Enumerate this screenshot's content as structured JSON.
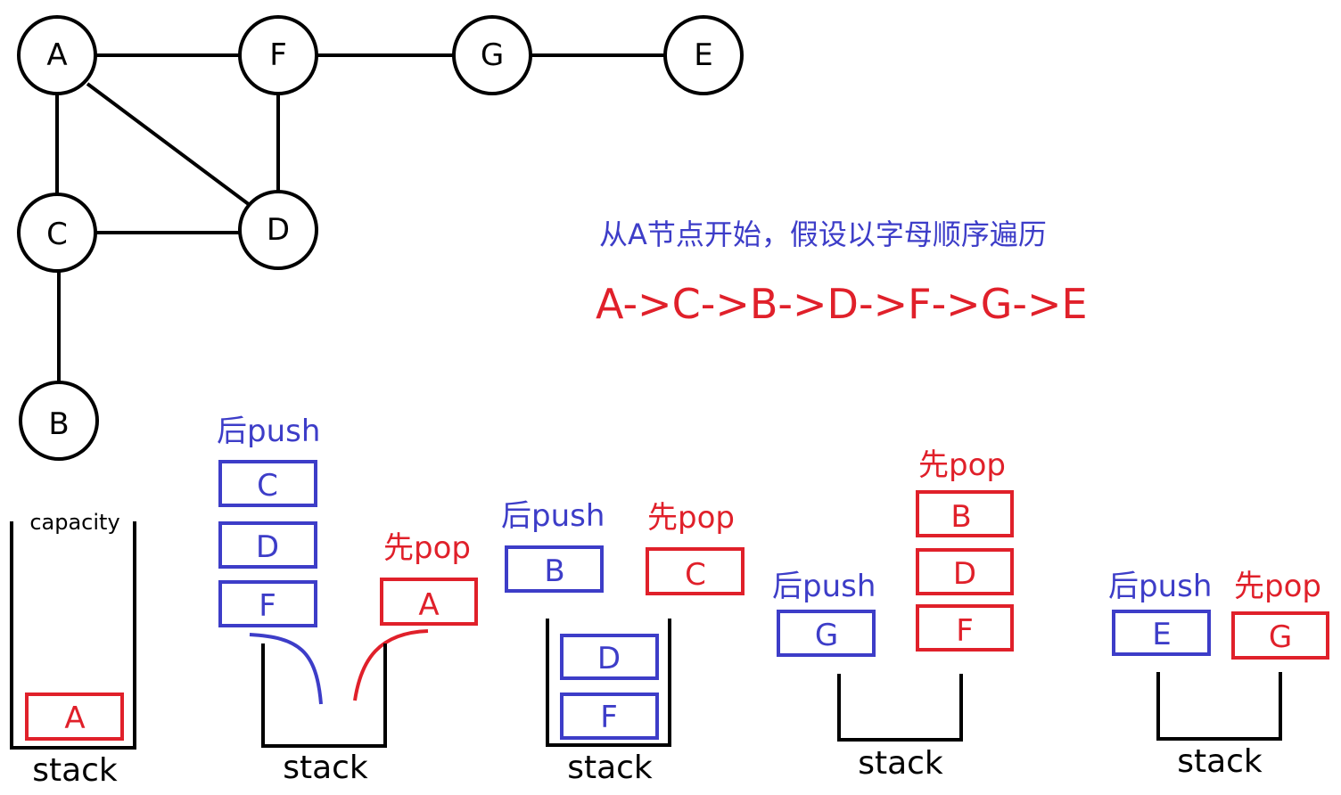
{
  "graph": {
    "nodes": [
      {
        "id": "A",
        "label": "A"
      },
      {
        "id": "F",
        "label": "F"
      },
      {
        "id": "G",
        "label": "G"
      },
      {
        "id": "E",
        "label": "E"
      },
      {
        "id": "C",
        "label": "C"
      },
      {
        "id": "D",
        "label": "D"
      },
      {
        "id": "B",
        "label": "B"
      }
    ],
    "edges": [
      [
        "A",
        "F"
      ],
      [
        "F",
        "G"
      ],
      [
        "G",
        "E"
      ],
      [
        "A",
        "C"
      ],
      [
        "A",
        "D"
      ],
      [
        "F",
        "D"
      ],
      [
        "C",
        "D"
      ],
      [
        "C",
        "B"
      ]
    ]
  },
  "note": {
    "text": "从A节点开始，假设以字母顺序遍历",
    "order": "A->C->B->D->F->G->E"
  },
  "labels": {
    "stack": "stack",
    "capacity": "capacity",
    "push_later": "后push",
    "pop_first": "先pop"
  },
  "steps": [
    {
      "stack_items": [
        "A"
      ],
      "pushed": [],
      "popped": []
    },
    {
      "stack_items": [],
      "pushed": [
        "C",
        "D",
        "F"
      ],
      "popped": [
        "A"
      ]
    },
    {
      "stack_items": [
        "D",
        "F"
      ],
      "pushed": [
        "B"
      ],
      "popped": [
        "C"
      ]
    },
    {
      "stack_items": [],
      "pushed": [
        "G"
      ],
      "popped": [
        "B",
        "D",
        "F"
      ]
    },
    {
      "stack_items": [],
      "pushed": [
        "E"
      ],
      "popped": [
        "G"
      ]
    }
  ],
  "colors": {
    "push": "#3d3dc8",
    "pop": "#e0202a",
    "line": "#000000"
  }
}
